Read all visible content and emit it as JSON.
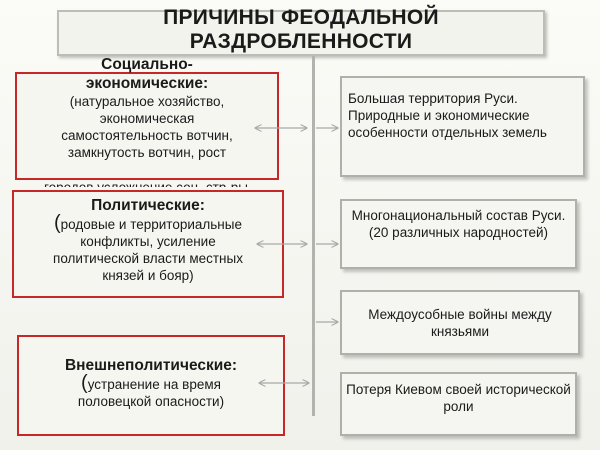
{
  "title": {
    "line1": "ПРИЧИНЫ ФЕОДАЛЬНОЙ",
    "line2": "РАЗДРОБЛЕННОСТИ"
  },
  "causes": {
    "socio_economic": {
      "heading_line1": "Социально-",
      "heading_line2": "экономические:",
      "body_lines": [
        "(натуральное хозяйство,",
        "экономическая",
        "самостоятельность вотчин,",
        "замкнутость вотчин,  рост"
      ],
      "overflow_line": "городов,усложнение соц. стр-ры"
    },
    "political": {
      "heading": "Политические:",
      "paren": "(",
      "body_line1": "родовые и территориальные",
      "body_lines": [
        "конфликты, усиление",
        "политической власти местных",
        "князей и бояр)"
      ]
    },
    "foreign_policy": {
      "heading": "Внешнеполитические:",
      "paren": "(",
      "body_line1": "устранение на время",
      "body_line2": "половецкой опасности)"
    }
  },
  "factors": [
    "Большая территория Руси. Природные и экономические особенности отдельных земель",
    "Многонациональный состав Руси.",
    "(20 различных народностей)",
    "Междоусобные войны между князьями",
    "Потеря Киевом своей исторической роли"
  ],
  "colors": {
    "cause_border": "#c62828",
    "factor_border": "#b0b0a8",
    "spine": "#b3b3ad",
    "arrow": "#a8a8a8"
  }
}
